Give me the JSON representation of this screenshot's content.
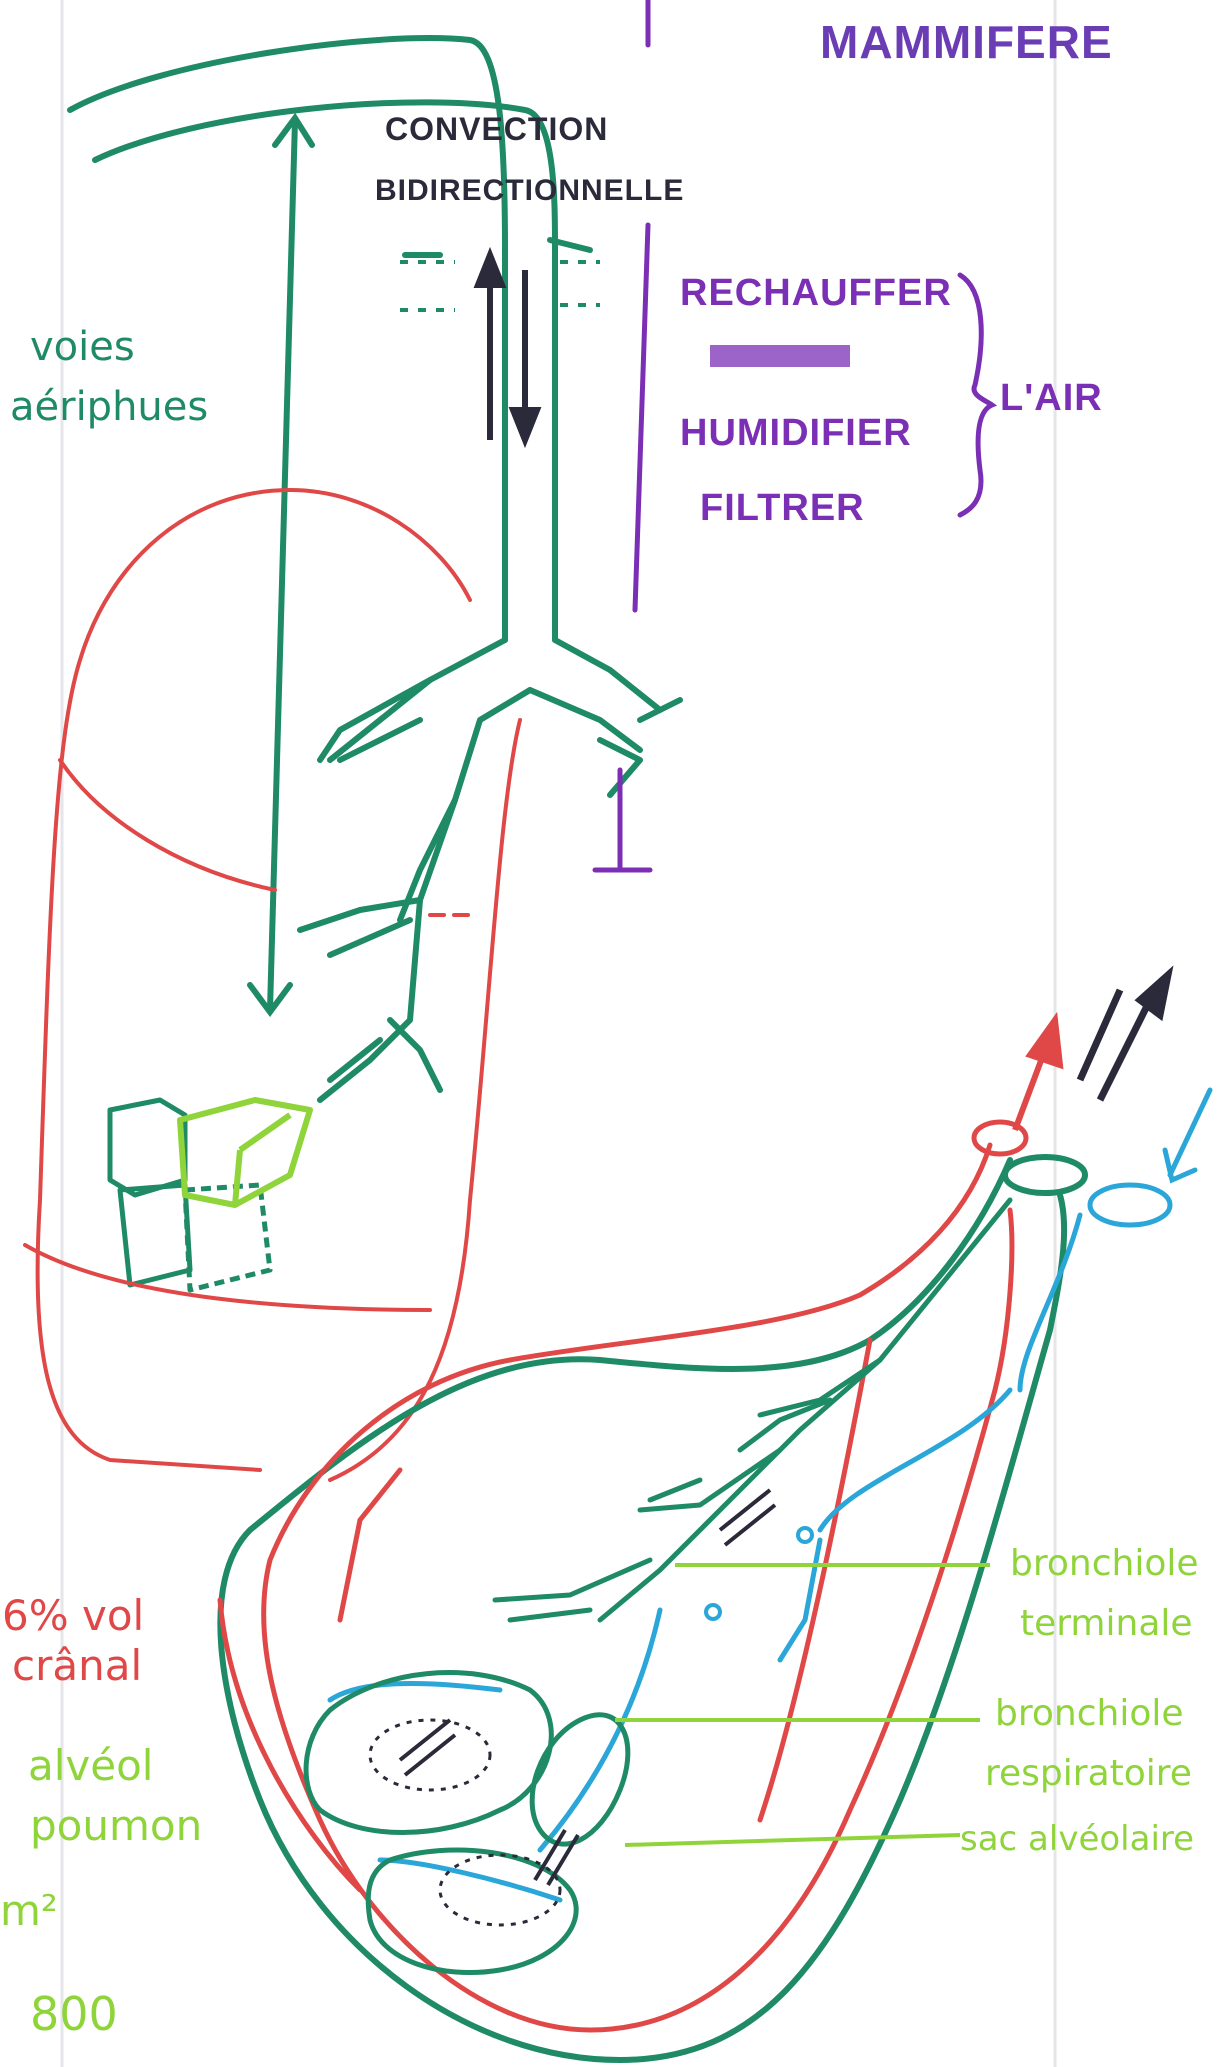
{
  "header": {
    "title": "MAMMIFERE"
  },
  "airways": {
    "convection_line1": "CONVECTION",
    "convection_line2": "BIDIRECTIONNELLE",
    "voies_line1": "voies",
    "voies_line2": "aériphues"
  },
  "functions": {
    "items": [
      "RECHAUFFER",
      "HUMIDIFIER",
      "FILTRER"
    ],
    "object": "L'AIR"
  },
  "left_notes": {
    "vol_line1": "6% vol",
    "vol_line2": "crânal",
    "alveol": "alvéol",
    "poumon": "poumon",
    "area": "m²",
    "count": "800"
  },
  "labels": {
    "terminal_line1": "bronchiole",
    "terminal_line2": "terminale",
    "respiratory_line1": "bronchiole",
    "respiratory_line2": "respiratoire",
    "sac": "sac alvéolaire"
  },
  "colors": {
    "green": "#1f8a66",
    "red": "#e04848",
    "purple": "#7b2fb5",
    "blue": "#2aa6d8",
    "lime": "#8fd43a",
    "black": "#2a2a3a"
  }
}
